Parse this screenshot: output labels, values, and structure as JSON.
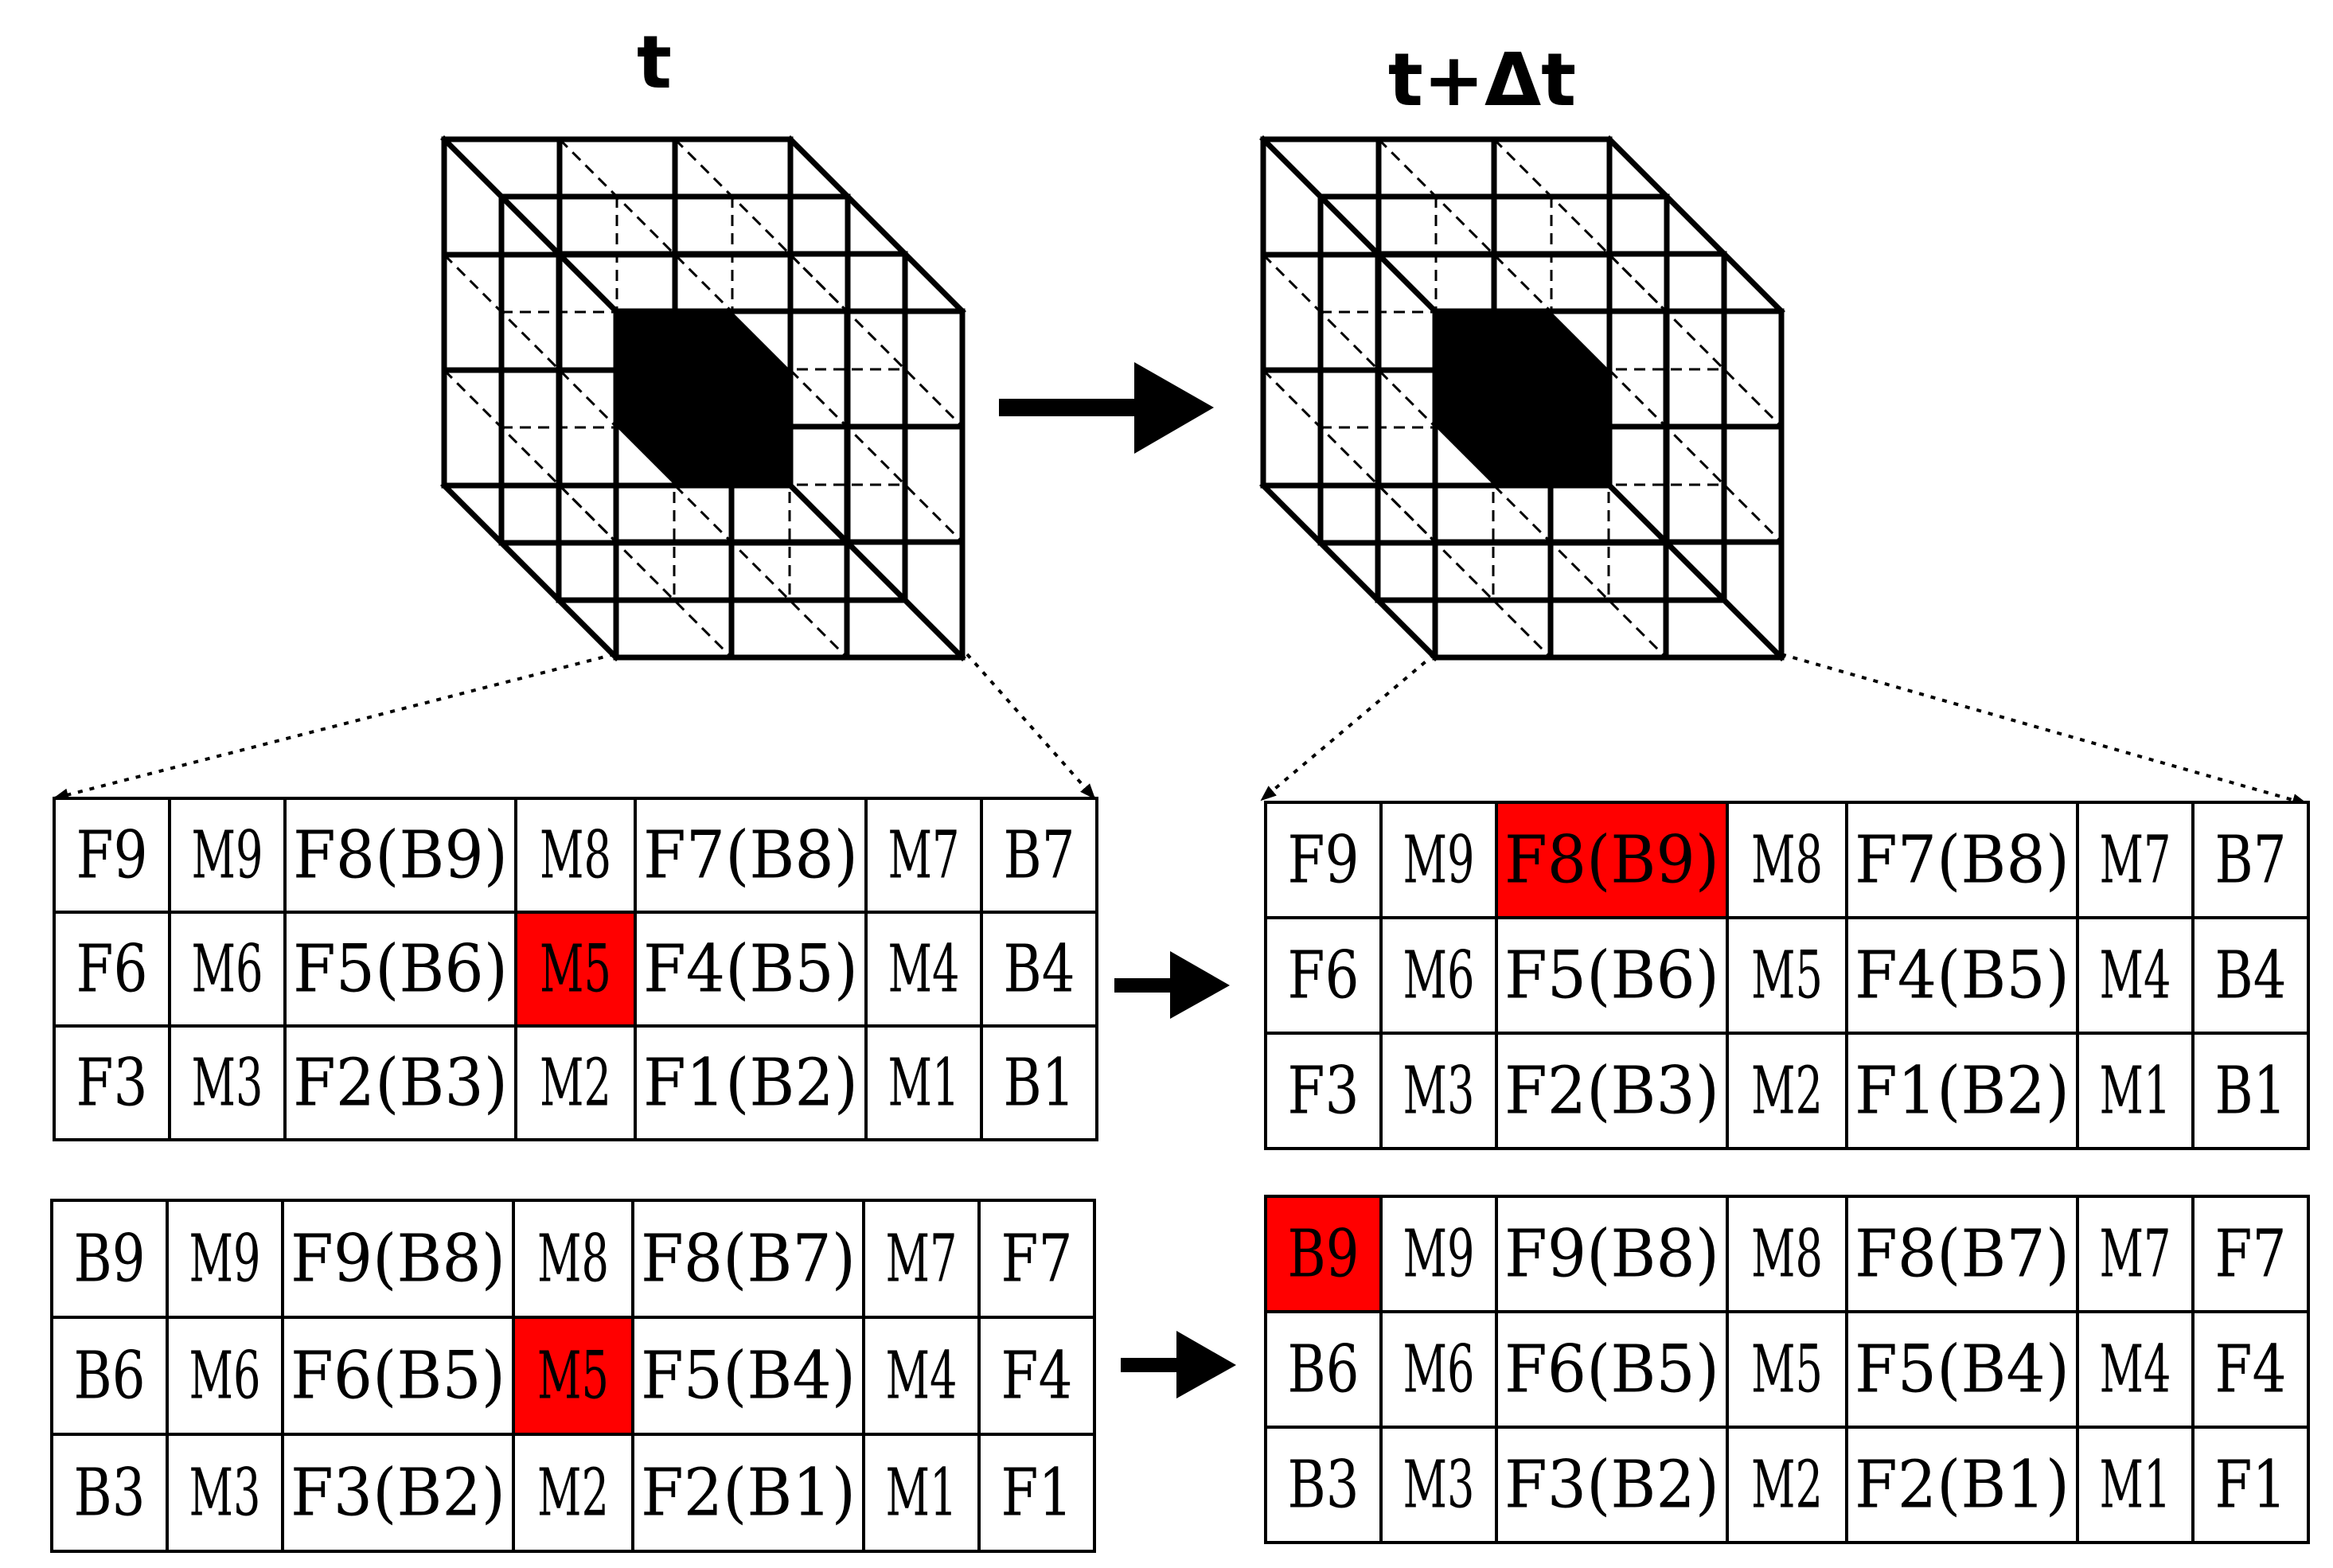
{
  "panels": {
    "before": {
      "time_label": "t"
    },
    "after": {
      "time_label": "t+Δt"
    }
  },
  "grids": [
    {
      "id": "before-top",
      "rows": [
        [
          "F9",
          "M9",
          "F8(B9)",
          "M8",
          "F7(B8)",
          "M7",
          "B7"
        ],
        [
          "F6",
          "M6",
          "F5(B6)",
          "M5",
          "F4(B5)",
          "M4",
          "B4"
        ],
        [
          "F3",
          "M3",
          "F2(B3)",
          "M2",
          "F1(B2)",
          "M1",
          "B1"
        ]
      ],
      "highlight": [
        [
          1,
          3
        ]
      ]
    },
    {
      "id": "after-top",
      "rows": [
        [
          "F9",
          "M9",
          "F8(B9)",
          "M8",
          "F7(B8)",
          "M7",
          "B7"
        ],
        [
          "F6",
          "M6",
          "F5(B6)",
          "M5",
          "F4(B5)",
          "M4",
          "B4"
        ],
        [
          "F3",
          "M3",
          "F2(B3)",
          "M2",
          "F1(B2)",
          "M1",
          "B1"
        ]
      ],
      "highlight": [
        [
          0,
          2
        ]
      ]
    },
    {
      "id": "before-bottom",
      "rows": [
        [
          "B9",
          "M9",
          "F9(B8)",
          "M8",
          "F8(B7)",
          "M7",
          "F7"
        ],
        [
          "B6",
          "M6",
          "F6(B5)",
          "M5",
          "F5(B4)",
          "M4",
          "F4"
        ],
        [
          "B3",
          "M3",
          "F3(B2)",
          "M2",
          "F2(B1)",
          "M1",
          "F1"
        ]
      ],
      "highlight": [
        [
          1,
          3
        ]
      ]
    },
    {
      "id": "after-bottom",
      "rows": [
        [
          "B9",
          "M9",
          "F9(B8)",
          "M8",
          "F8(B7)",
          "M7",
          "F7"
        ],
        [
          "B6",
          "M6",
          "F6(B5)",
          "M5",
          "F5(B4)",
          "M4",
          "F4"
        ],
        [
          "B3",
          "M3",
          "F3(B2)",
          "M2",
          "F2(B1)",
          "M1",
          "F1"
        ]
      ],
      "highlight": [
        [
          0,
          0
        ]
      ]
    }
  ],
  "colors": {
    "highlight": "#ff0000",
    "line": "#000000"
  }
}
